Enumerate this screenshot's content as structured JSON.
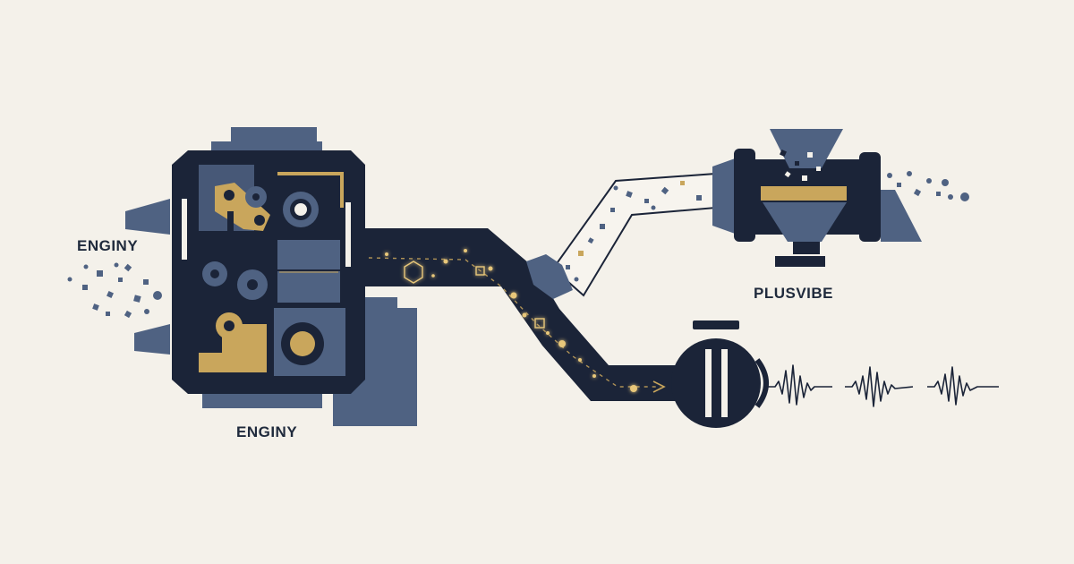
{
  "labels": {
    "engine_left": "ENGINY",
    "engine_bottom": "ENGINY",
    "hopper": "PLUSVIBE"
  },
  "colors": {
    "background": "#f4f1ea",
    "dark_navy": "#1b2438",
    "slate_blue": "#4f6282",
    "gold": "#c9a65c",
    "light_pipe": "#f7f4ee"
  }
}
